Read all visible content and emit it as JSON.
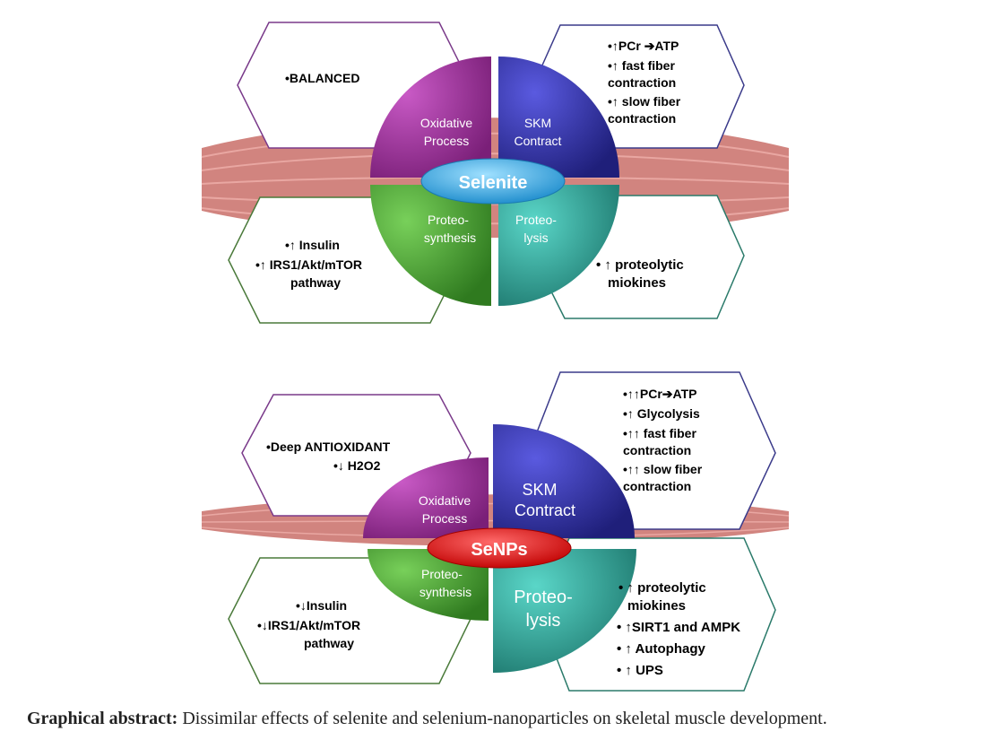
{
  "diagram": {
    "panels": [
      {
        "id": "selenite",
        "center_label": "Selenite",
        "quadrants": {
          "oxidative": [
            "Oxidative",
            "Process"
          ],
          "skm": [
            "SKM",
            "Contract"
          ],
          "synthesis": [
            "Proteo-",
            "synthesis"
          ],
          "lysis": [
            "Proteo-",
            "lysis"
          ]
        },
        "hex_texts": {
          "top_left": [
            "•BALANCED"
          ],
          "top_right": [
            "•↑PCr ➔ATP",
            "•↑ fast fiber",
            "contraction",
            "•↑ slow fiber",
            "contraction"
          ],
          "bottom_left": [
            "•↑ Insulin",
            "•↑ IRS1/Akt/mTOR",
            "pathway"
          ],
          "bottom_right": [
            "• ↑ proteolytic",
            "miokines"
          ]
        }
      },
      {
        "id": "senps",
        "center_label": "SeNPs",
        "quadrants": {
          "oxidative": [
            "Oxidative",
            "Process"
          ],
          "skm": [
            "SKM",
            "Contract"
          ],
          "synthesis": [
            "Proteo-",
            "synthesis"
          ],
          "lysis": [
            "Proteo-",
            "lysis"
          ]
        },
        "hex_texts": {
          "top_left": [
            "•Deep ANTIOXIDANT",
            "•↓ H2O2"
          ],
          "top_right": [
            "•↑↑PCr➔ATP",
            "•↑ Glycolysis",
            "•↑↑ fast fiber",
            "contraction",
            "•↑↑ slow fiber",
            "contraction"
          ],
          "bottom_left": [
            "•↓Insulin",
            "•↓IRS1/Akt/mTOR",
            "pathway"
          ],
          "bottom_right": [
            "• ↑ proteolytic",
            "miokines",
            "• ↑SIRT1 and AMPK",
            "• ↑ Autophagy",
            "• ↑ UPS"
          ]
        }
      }
    ],
    "caption": {
      "bold": "Graphical abstract:",
      "text": " Dissimilar effects of selenite and selenium-nanoparticles on skeletal muscle development."
    },
    "colors": {
      "muscle": "#c96e69",
      "oxidative": "#8e2a8c",
      "skm": "#2a2a9c",
      "synthesis": "#3f9a2a",
      "lysis": "#2aa89a",
      "selenite_center": "#41a9dc",
      "senps_center": "#e01010",
      "hex_purple": "#7a3a8a",
      "hex_green": "#4a7a3a",
      "hex_teal": "#2a7a6a"
    }
  }
}
